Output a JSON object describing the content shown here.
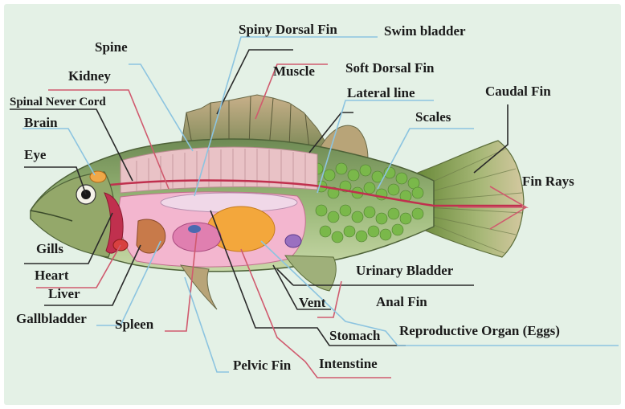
{
  "diagram": {
    "background_color": "#e4f1e6",
    "leader_colors": {
      "dark": "#2a2a2a",
      "red": "#d05a6e",
      "blue": "#8cc4e0"
    },
    "labels": {
      "spiny_dorsal_fin": "Spiny Dorsal Fin",
      "swim_bladder": "Swim bladder",
      "spine": "Spine",
      "muscle": "Muscle",
      "soft_dorsal_fin": "Soft Dorsal Fin",
      "kidney": "Kidney",
      "lateral_line": "Lateral line",
      "caudal_fin": "Caudal Fin",
      "spinal_never_cord": "Spinal Never Cord",
      "brain": "Brain",
      "scales": "Scales",
      "eye": "Eye",
      "fin_rays": "Fin Rays",
      "gills": "Gills",
      "heart": "Heart",
      "liver": "Liver",
      "gallbladder": "Gallbladder",
      "spleen": "Spleen",
      "urinary_bladder": "Urinary Bladder",
      "vent": "Vent",
      "anal_fin": "Anal Fin",
      "stomach": "Stomach",
      "reproductive_organ": "Reproductive Organ (Eggs)",
      "pelvic_fin": "Pelvic Fin",
      "intestine": "Intenstine"
    }
  }
}
